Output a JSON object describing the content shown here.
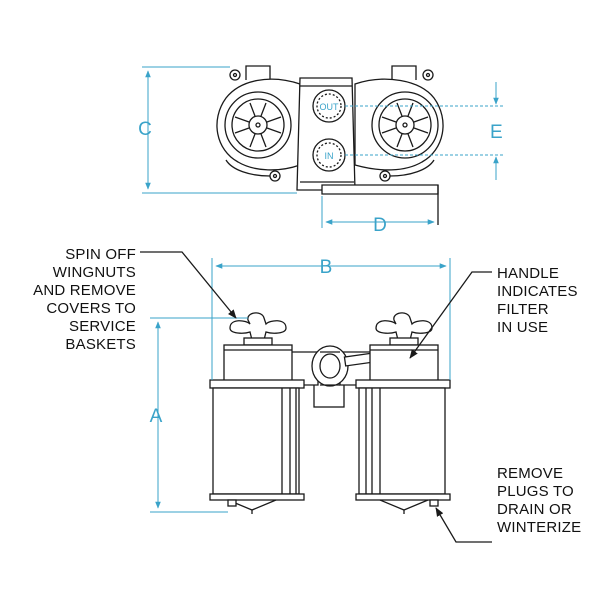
{
  "dimensions": {
    "a": "A",
    "b": "B",
    "c": "C",
    "d": "D",
    "e": "E"
  },
  "port_labels": {
    "out": "OUT",
    "in": "IN"
  },
  "callouts": {
    "spin_off": [
      "SPIN OFF",
      "WINGNUTS",
      "AND REMOVE",
      "COVERS TO",
      "SERVICE",
      "BASKETS"
    ],
    "handle": [
      "HANDLE",
      "INDICATES",
      "FILTER",
      "IN USE"
    ],
    "remove_plugs": [
      "REMOVE",
      "PLUGS TO",
      "DRAIN OR",
      "WINTERIZE"
    ]
  },
  "colors": {
    "dimension": "#3aa3c9",
    "line": "#1a1a1a"
  }
}
